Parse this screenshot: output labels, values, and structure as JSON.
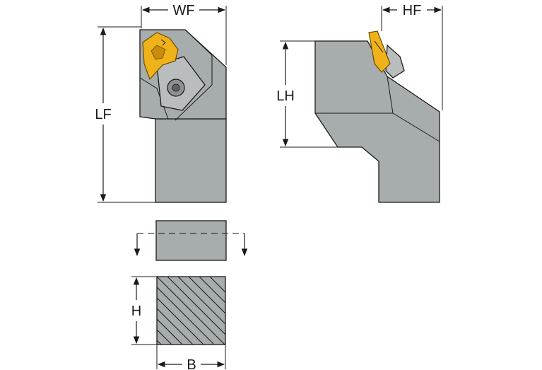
{
  "dimensions": {
    "wf": "WF",
    "hf": "HF",
    "lf": "LF",
    "lh": "LH",
    "h": "H",
    "b": "B"
  },
  "colors": {
    "body": "#a7acad",
    "insert": "#f0b21a",
    "line": "#1a1a1a"
  }
}
